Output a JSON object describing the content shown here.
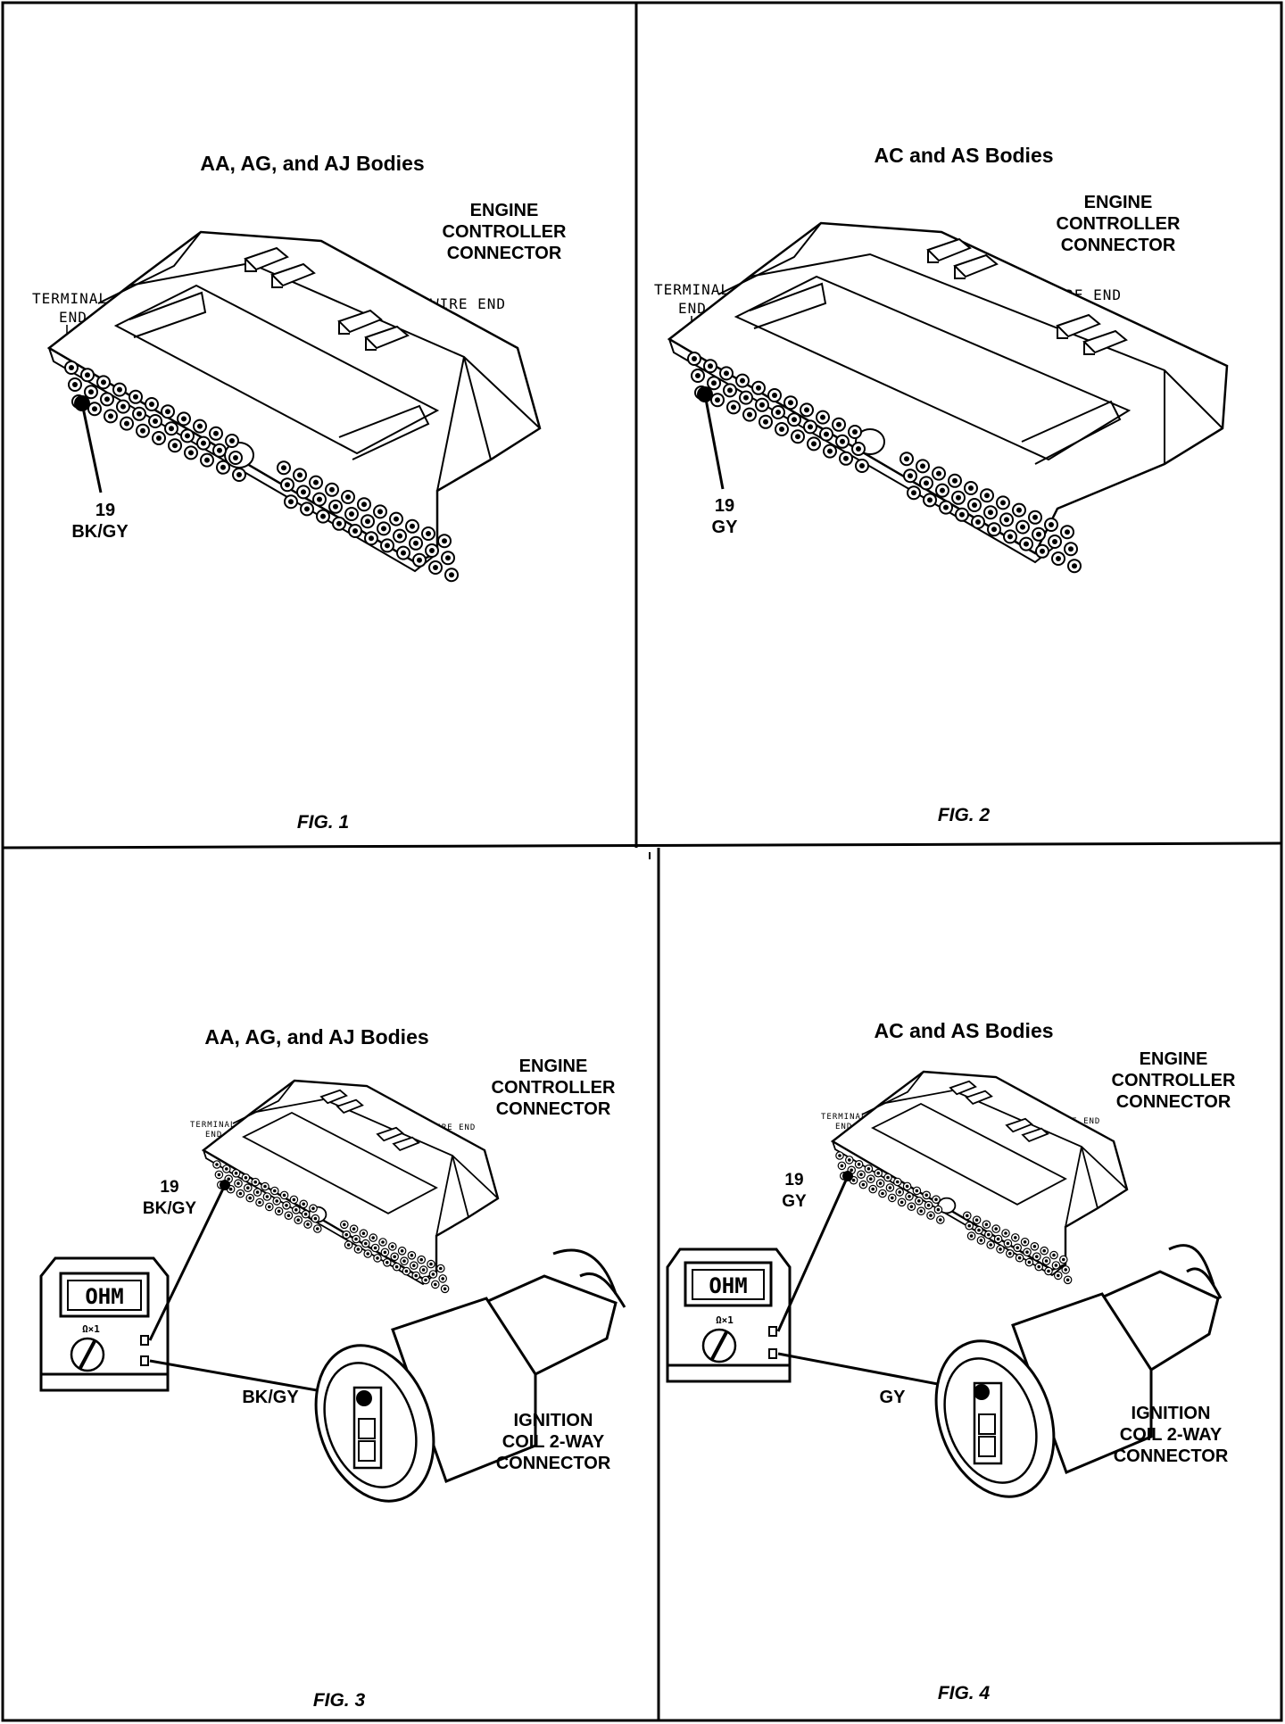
{
  "figures": [
    {
      "title": "AA, AG, and AJ Bodies",
      "connector_label": [
        "ENGINE",
        "CONTROLLER",
        "CONNECTOR"
      ],
      "terminal_end": [
        "TERMINAL",
        "END"
      ],
      "wire_end": "WIRE END",
      "pin_callout": [
        "19",
        "BK/GY"
      ],
      "caption": "FIG. 1"
    },
    {
      "title": "AC and AS Bodies",
      "connector_label": [
        "ENGINE",
        "CONTROLLER",
        "CONNECTOR"
      ],
      "terminal_end": [
        "TERMINAL",
        "END"
      ],
      "wire_end": "WIRE END",
      "pin_callout": [
        "19",
        "GY"
      ],
      "caption": "FIG. 2"
    },
    {
      "title": "AA, AG, and AJ Bodies",
      "connector_label": [
        "ENGINE",
        "CONTROLLER",
        "CONNECTOR"
      ],
      "terminal_end": [
        "TERMINAL",
        "END"
      ],
      "wire_end": "WIRE END",
      "pin_callout": [
        "19",
        "BK/GY"
      ],
      "meter_display": "OHM",
      "meter_range": "Ω×1",
      "coil_wire": "BK/GY",
      "coil_label": [
        "IGNITION",
        "COIL 2-WAY",
        "CONNECTOR"
      ],
      "caption": "FIG. 3"
    },
    {
      "title": "AC and AS Bodies",
      "connector_label": [
        "ENGINE",
        "CONTROLLER",
        "CONNECTOR"
      ],
      "terminal_end": [
        "TERMINAL",
        "END"
      ],
      "wire_end": "WIRE END",
      "pin_callout": [
        "19",
        "GY"
      ],
      "meter_display": "OHM",
      "meter_range": "Ω×1",
      "coil_wire": "GY",
      "coil_label": [
        "IGNITION",
        "COIL 2-WAY",
        "CONNECTOR"
      ],
      "caption": "FIG. 4"
    }
  ]
}
